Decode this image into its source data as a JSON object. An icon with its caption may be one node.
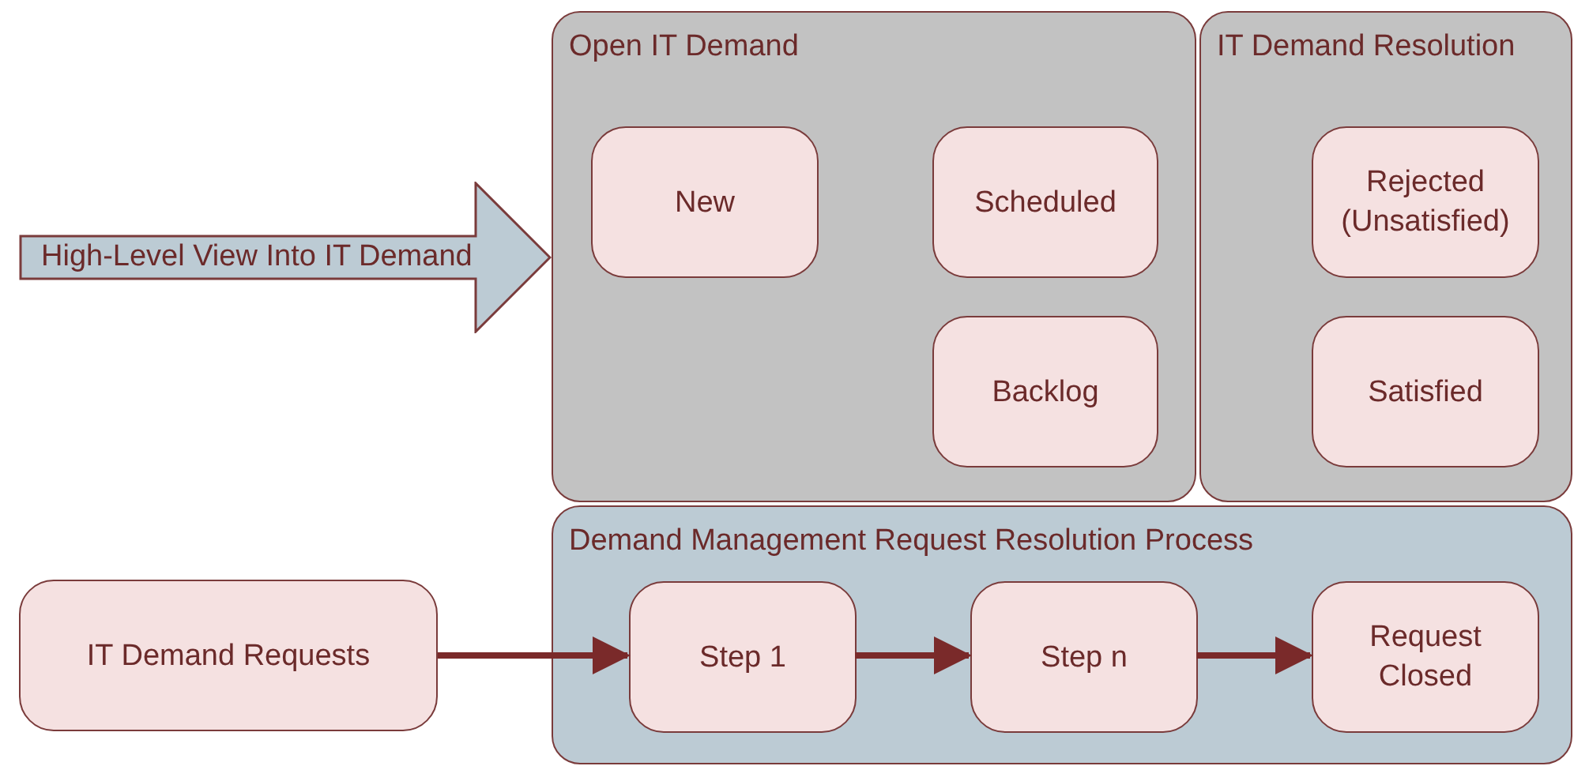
{
  "diagram": {
    "nodes": [
      {
        "text": [
          "Open IT Demand"
        ]
      },
      {
        "text": [
          "New"
        ],
        "in": 0
      },
      {
        "text": [
          "Scheduled"
        ],
        "in": 0
      },
      {
        "text": [
          "Backlog"
        ],
        "in": 0
      },
      {
        "text": [
          "IT Demand Resolution"
        ]
      },
      {
        "text": [
          "Rejected (Unsatisfied)"
        ],
        "in": 4
      },
      {
        "text": [
          "Satisfied"
        ],
        "in": 4
      },
      {
        "text": [
          "High-Level View Into IT Demand"
        ]
      },
      {
        "text": [
          "Demand Management Request Resolution Process"
        ]
      },
      {
        "text": [
          "IT Demand Requests"
        ]
      },
      {
        "text": [
          "Step 1"
        ],
        "in": 8
      },
      {
        "text": [
          "Step n"
        ],
        "in": 8
      },
      {
        "text": [
          "Request Closed"
        ],
        "in": 8
      }
    ],
    "edges": [
      {
        "from": 9,
        "to": 10,
        "arrow": "to"
      },
      {
        "from": 10,
        "to": 11,
        "arrow": "to"
      },
      {
        "from": 11,
        "to": 12,
        "arrow": "to"
      }
    ]
  }
}
